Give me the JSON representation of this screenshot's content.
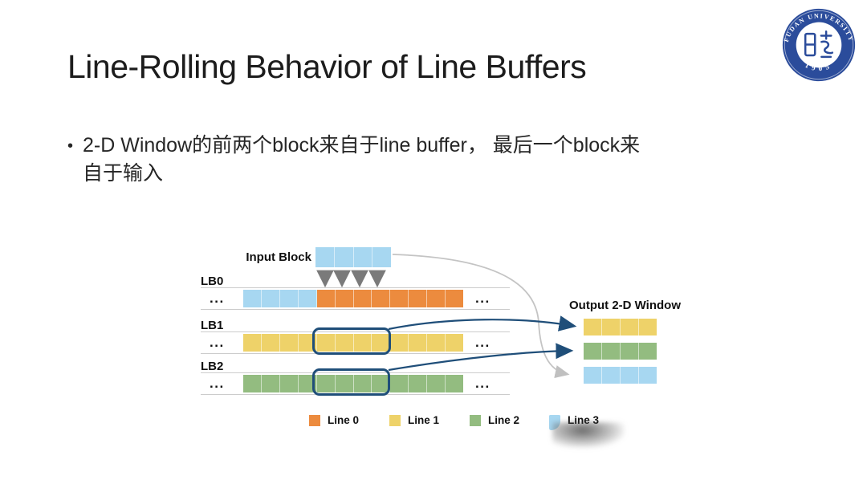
{
  "slide": {
    "title": "Line-Rolling Behavior of Line Buffers",
    "bullet_marker": "•",
    "bullet_line1": "2-D Window的前两个block来自于line buffer， 最后一个block来",
    "bullet_line2": "自于输入"
  },
  "logo": {
    "arc_text": "FUDAN UNIVERSITY",
    "year_text": "1905",
    "color": "#2b4c9b"
  },
  "diagram": {
    "ellipsis": "...",
    "input_block": {
      "label": "Input Block",
      "segments": [
        {
          "color": "#a7d7f1",
          "cells": 4
        }
      ]
    },
    "line_buffers": [
      {
        "label": "LB0",
        "segments": [
          {
            "color": "#a7d7f1",
            "cells": 4
          },
          {
            "color": "#ec8b3e",
            "cells": 8
          }
        ]
      },
      {
        "label": "LB1",
        "segments": [
          {
            "color": "#eed269",
            "cells": 12
          }
        ]
      },
      {
        "label": "LB2",
        "segments": [
          {
            "color": "#93bc80",
            "cells": 12
          }
        ]
      }
    ],
    "output_window": {
      "label": "Output 2-D Window",
      "rows": [
        [
          {
            "color": "#eed269",
            "cells": 4
          }
        ],
        [
          {
            "color": "#93bc80",
            "cells": 4
          }
        ],
        [
          {
            "color": "#a7d7f1",
            "cells": 4
          }
        ]
      ]
    },
    "legend": [
      {
        "label": "Line 0",
        "color": "#ec8b3e"
      },
      {
        "label": "Line 1",
        "color": "#eed269"
      },
      {
        "label": "Line 2",
        "color": "#93bc80"
      },
      {
        "label": "Line 3",
        "color": "#a7d7f1"
      }
    ],
    "colors": {
      "highlight_navy": "#1f4e79",
      "down_arrow_gray": "#7a7a7a",
      "curve_gray": "#c4c4c4",
      "track_line": "#cccccc"
    }
  }
}
